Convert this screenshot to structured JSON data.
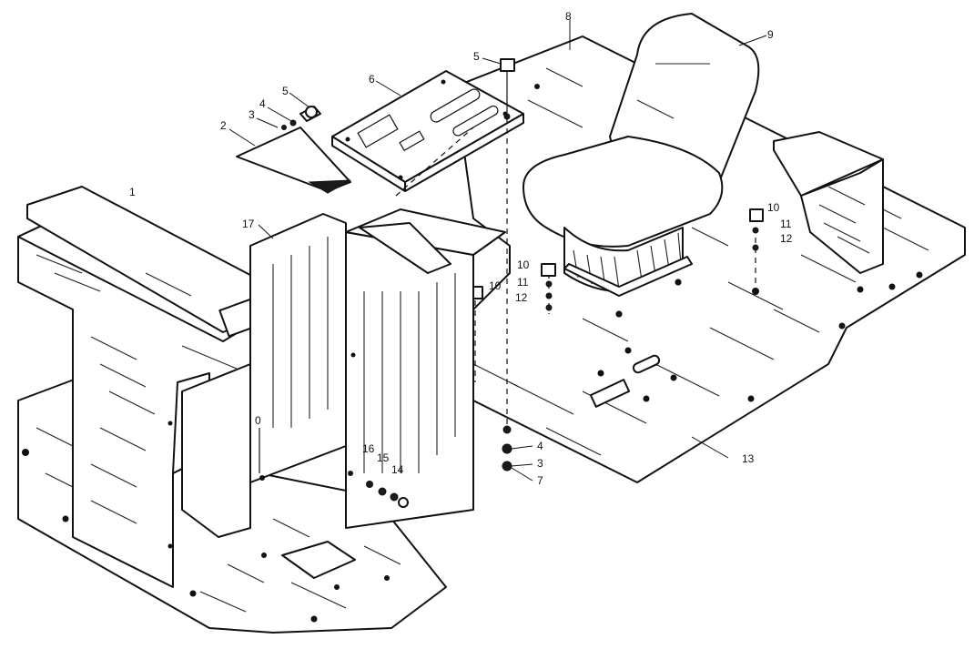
{
  "callouts": [
    {
      "id": "c2",
      "label": "2"
    },
    {
      "id": "c3a",
      "label": "3"
    },
    {
      "id": "c4a",
      "label": "4"
    },
    {
      "id": "c5a",
      "label": "5"
    },
    {
      "id": "c5b",
      "label": "5"
    },
    {
      "id": "c6",
      "label": "6"
    },
    {
      "id": "c8",
      "label": "8"
    },
    {
      "id": "c9",
      "label": "9"
    },
    {
      "id": "c10a",
      "label": "10"
    },
    {
      "id": "c10b",
      "label": "10"
    },
    {
      "id": "c10c",
      "label": "10"
    },
    {
      "id": "c11a",
      "label": "11"
    },
    {
      "id": "c11b",
      "label": "11"
    },
    {
      "id": "c12a",
      "label": "12"
    },
    {
      "id": "c12b",
      "label": "12"
    },
    {
      "id": "c13",
      "label": "13"
    },
    {
      "id": "c4b",
      "label": "4"
    },
    {
      "id": "c3b",
      "label": "3"
    },
    {
      "id": "c7",
      "label": "7"
    },
    {
      "id": "c16",
      "label": "16"
    },
    {
      "id": "c15",
      "label": "15"
    },
    {
      "id": "c14",
      "label": "14"
    },
    {
      "id": "c17",
      "label": "17"
    },
    {
      "id": "c1",
      "label": "1"
    },
    {
      "id": "c0",
      "label": "0"
    }
  ],
  "colors": {
    "ink": "#111111",
    "paper": "#ffffff"
  }
}
